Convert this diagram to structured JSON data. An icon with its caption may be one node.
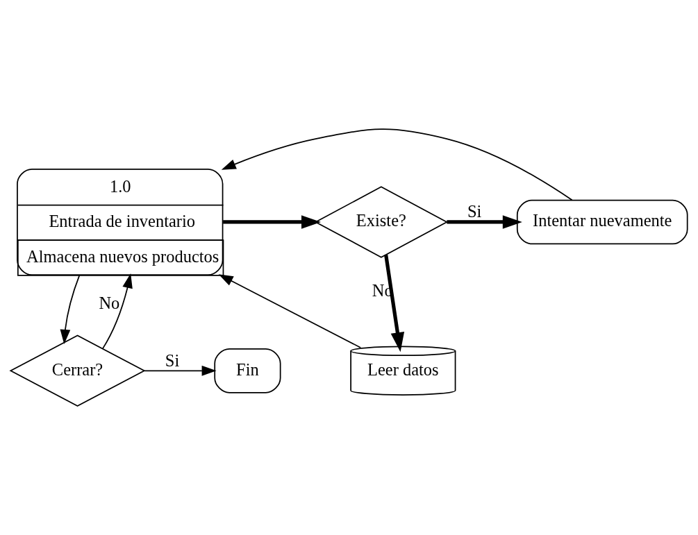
{
  "diagram": {
    "nodes": [
      {
        "text": [
          "1.0",
          "Entrada de inventario",
          "Almacena nuevos productos"
        ]
      },
      {
        "text": [
          "Existe?"
        ]
      },
      {
        "text": [
          "Intentar nuevamente"
        ]
      },
      {
        "text": [
          "Leer datos"
        ]
      },
      {
        "text": [
          "Cerrar?"
        ]
      },
      {
        "text": [
          "Fin"
        ]
      }
    ],
    "edges": [
      {
        "from": 0,
        "to": 1,
        "arrow": "to",
        "style": "thick"
      },
      {
        "from": 1,
        "to": 2,
        "arrow": "to",
        "label": "Si",
        "style": "thick"
      },
      {
        "from": 1,
        "to": 3,
        "arrow": "to",
        "label": "No",
        "style": "thick"
      },
      {
        "from": 3,
        "to": 0,
        "arrow": "to"
      },
      {
        "from": 0,
        "to": 4,
        "arrow": "to"
      },
      {
        "from": 2,
        "to": 0,
        "arrow": "to"
      },
      {
        "from": 4,
        "to": 0,
        "arrow": "to",
        "label": "No"
      },
      {
        "from": 4,
        "to": 5,
        "arrow": "to",
        "label": "Si"
      }
    ]
  }
}
